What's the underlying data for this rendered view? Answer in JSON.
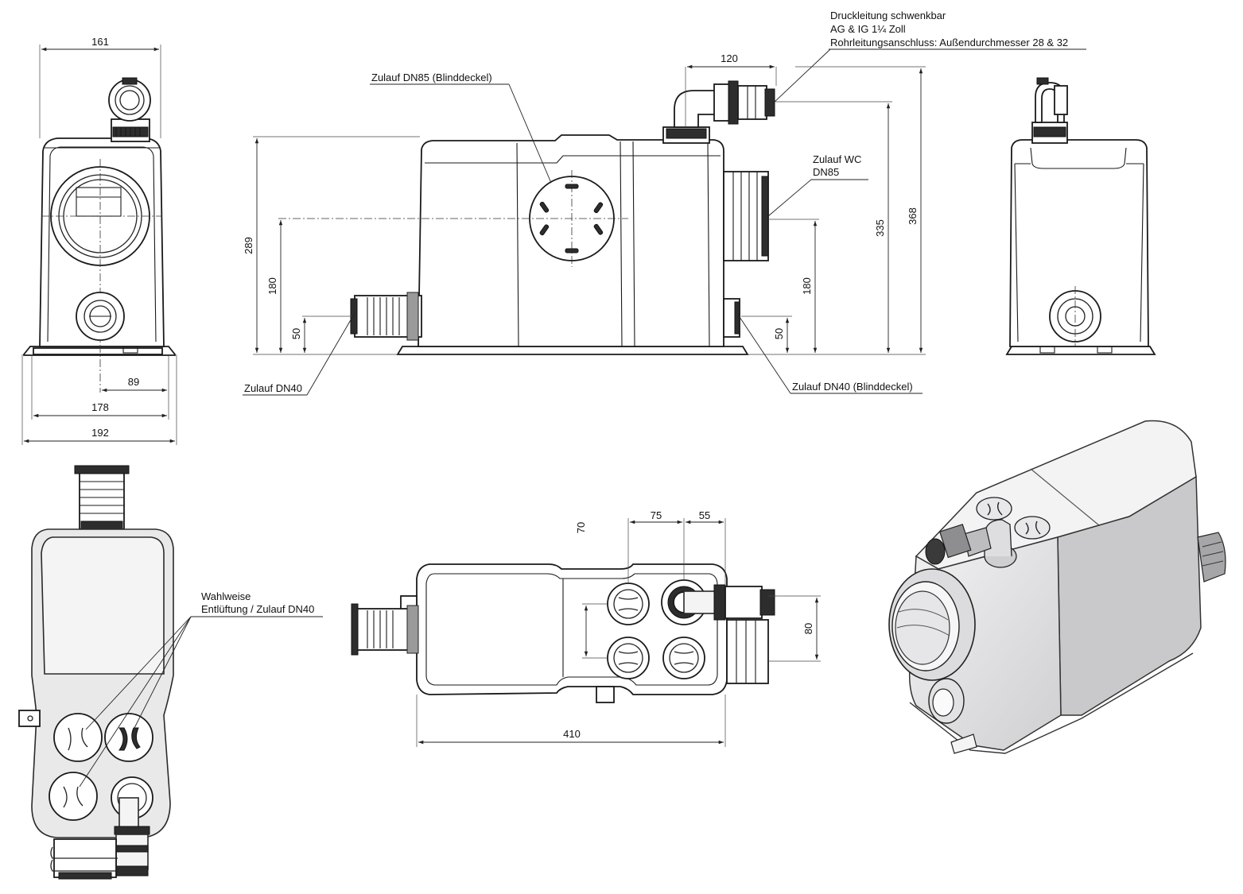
{
  "labels": {
    "druckleitung_1": "Druckleitung schwenkbar",
    "druckleitung_2": "AG & IG 1¼ Zoll",
    "druckleitung_3": "Rohrleitungsanschluss: Außendurchmesser 28 & 32",
    "zulauf_dn85": "Zulauf DN85 (Blinddeckel)",
    "zulauf_wc_1": "Zulauf WC",
    "zulauf_wc_2": "DN85",
    "zulauf_dn40": "Zulauf DN40",
    "zulauf_dn40_blind": "Zulauf DN40 (Blinddeckel)",
    "wahlweise_1": "Wahlweise",
    "wahlweise_2": "Entlüftung / Zulauf DN40"
  },
  "dimensions": {
    "front_width_top": "161",
    "front_offset": "89",
    "front_base_inner": "178",
    "front_base_outer": "192",
    "side_height_289": "289",
    "side_height_180_left": "180",
    "side_height_50_left": "50",
    "side_height_180_right": "180",
    "side_height_50_right": "50",
    "side_height_335": "335",
    "side_height_368": "368",
    "side_outlet_width": "120",
    "top_spacing_75": "75",
    "top_spacing_55": "55",
    "top_spacing_70": "70",
    "top_spacing_80": "80",
    "top_length": "410"
  }
}
